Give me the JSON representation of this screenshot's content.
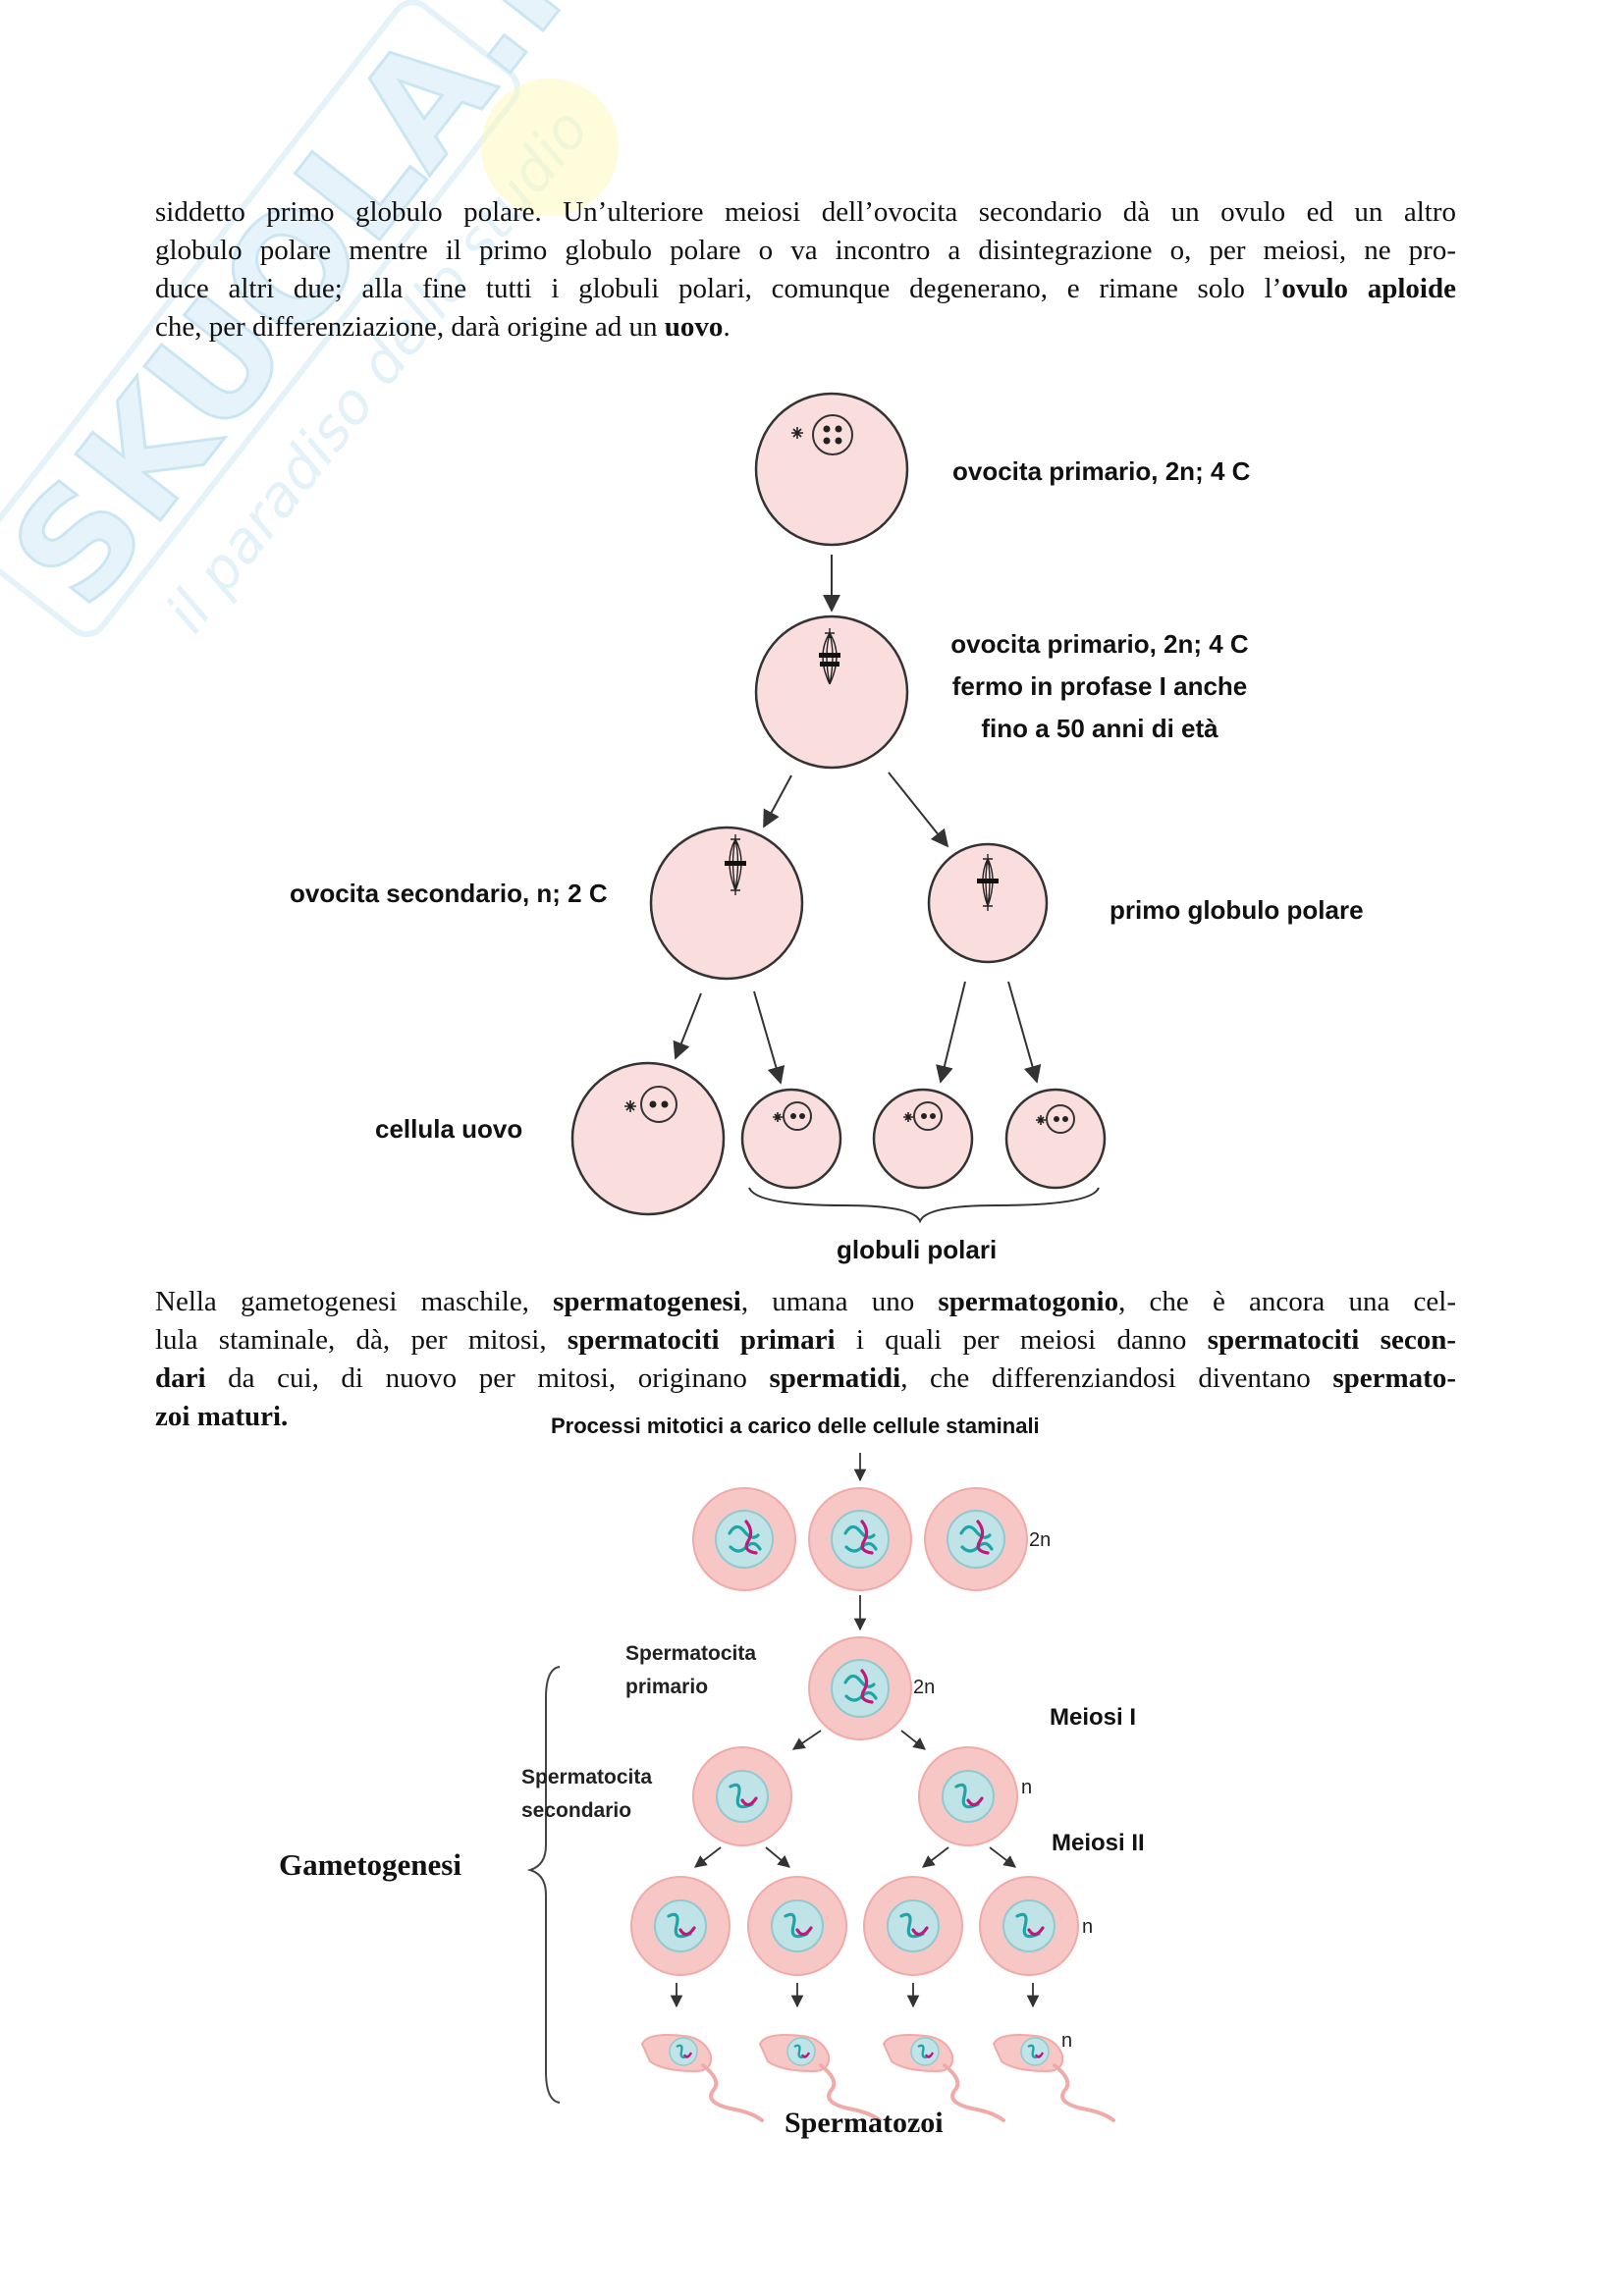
{
  "watermark": {
    "brand": "SKUOLA.net",
    "tagline": "il paradiso dello studio",
    "color": "#b9dff0"
  },
  "paragraph1": {
    "line1": [
      "siddetto primo globulo polare. Un’ulteriore meiosi dell’ovocita secondario dà un ovulo ed un altro"
    ],
    "line2": [
      "globulo polare mentre il primo globulo polare o va incontro a disintegrazione o, per meiosi, ne pro-"
    ],
    "line3": [
      "duce altri due; alla fine tutti i globuli polari, comunque degenerano, e rimane solo l’",
      "ovulo aploide"
    ],
    "line4": [
      "che, per differenziazione, darà origine ad un ",
      "uovo",
      "."
    ]
  },
  "oogenesis": {
    "cell_color": "#fadede",
    "labels": {
      "primary": "ovocita primario, 2n; 4 C",
      "arrested_1": "ovocita primario, 2n; 4 C",
      "arrested_2": "fermo in profase I anche",
      "arrested_3": "fino a 50 anni di età",
      "secondary": "ovocita secondario, n; 2 C",
      "first_polar": "primo globulo polare",
      "egg": "cellula uovo",
      "polar_bodies": "globuli polari"
    }
  },
  "paragraph2": {
    "line1": [
      "Nella gametogenesi maschile, ",
      "spermatogenesi",
      ", umana uno ",
      "spermatogonio",
      ", che è ancora una cel-"
    ],
    "line2": [
      "lula staminale, dà, per mitosi, ",
      "spermatociti primari",
      " i quali per meiosi danno ",
      "spermatociti secon-"
    ],
    "line3": [
      "dari",
      " da cui, di nuovo per mitosi, originano ",
      "spermatidi",
      ", che differenziandosi diventano ",
      "spermato-"
    ],
    "line4": [
      "zoi",
      " maturi."
    ]
  },
  "spermatogenesis": {
    "outer_color": "#f7c7c5",
    "nucleus_color": "#bfe3e6",
    "chromosome_colors": [
      "#1fa4a8",
      "#c2187a"
    ],
    "title": "Processi mitotici a carico delle cellule staminali",
    "ploidy_2n": "2n",
    "ploidy_2n_primary": "2n",
    "ploidy_n_secondary": "n",
    "ploidy_n_spermatid": "n",
    "ploidy_n_sperm": "n",
    "primary_1": "Spermatocita",
    "primary_2": "primario",
    "secondary_1": "Spermatocita",
    "secondary_2": "secondario",
    "meiosis_1": "Meiosi I",
    "meiosis_2": "Meiosi II",
    "gametogenesis": "Gametogenesi",
    "spermatozoa": "Spermatozoi"
  }
}
